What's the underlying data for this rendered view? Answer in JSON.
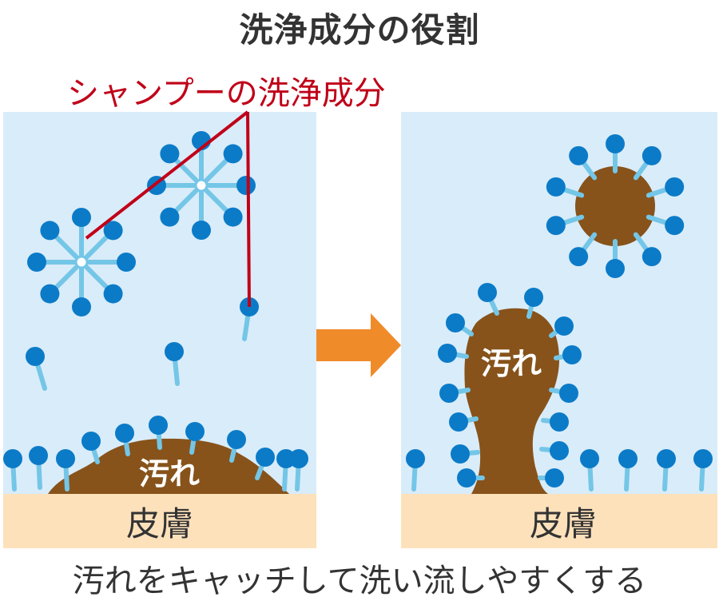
{
  "title": "洗浄成分の役割",
  "subtitle": "シャンプーの洗浄成分",
  "caption": "汚れをキャッチして洗い流しやすくする",
  "panels": [
    {
      "dirt_label": "汚れ",
      "skin_label": "皮膚"
    },
    {
      "dirt_label": "汚れ",
      "skin_label": "皮膚"
    }
  ],
  "colors": {
    "water": "#d9ecf9",
    "skin": "#fde1bb",
    "dirt": "#87531b",
    "molecule_head": "#0b7bc8",
    "molecule_tail": "#74c6e7",
    "pointer": "#c00018",
    "arrow": "#f08b2a"
  },
  "icons": [
    "surfactant-molecule-icon",
    "micelle-icon",
    "right-arrow-icon"
  ]
}
